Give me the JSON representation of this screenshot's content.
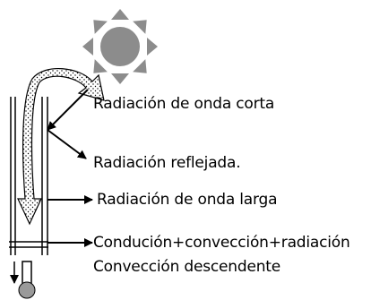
{
  "labels": {
    "shortwave": "Radiación de onda corta",
    "reflected": "Radiación reflejada.",
    "longwave": "Radiación de onda larga",
    "conduction": "Condución+convección+radiación",
    "downdraft": "Convección descendente"
  },
  "colors": {
    "sun": "#8c8c8c",
    "stroke": "#000000",
    "arrow_fill": "#ffffff",
    "bulb": "#9a9a9a"
  },
  "icons": [
    "sun-icon",
    "curved-arrow-icon",
    "thermometer-icon"
  ]
}
